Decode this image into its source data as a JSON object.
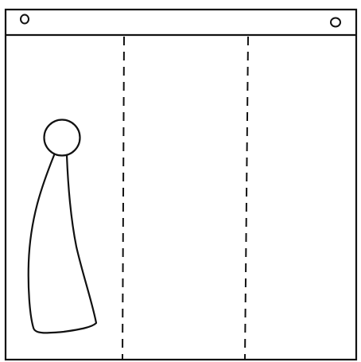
{
  "colors": {
    "ink": "#111111",
    "paper": "#ffffff"
  },
  "diagram": {
    "panel": {
      "header_bar": {
        "hanging_holes": [
          "left-hole",
          "right-hole"
        ]
      },
      "fold_lines": {
        "count": 2,
        "style": "dashed"
      },
      "figure": {
        "parts": [
          "head",
          "body"
        ]
      }
    }
  }
}
